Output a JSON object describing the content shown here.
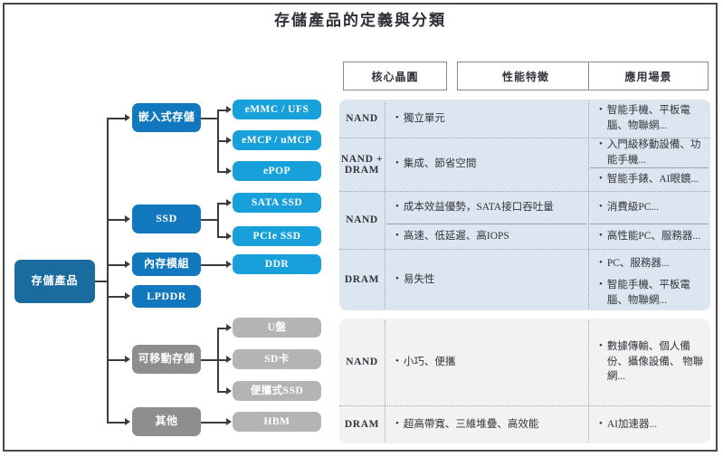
{
  "page": {
    "title": "存儲產品的定義與分類"
  },
  "colors": {
    "root_node": "#1a6c9e",
    "level2_blue": "#1278bd",
    "level3_blue": "#18a0db",
    "level2_gray": "#8e8e8e",
    "level3_gray": "#b4b4b4",
    "panel_blue": "#dbe6f0",
    "panel_gray": "#f2f2f2",
    "frame_border": "#4a4a4a",
    "connector": "#3c3c3c"
  },
  "tree": {
    "root": {
      "label": "存儲產品"
    },
    "branches": [
      {
        "label": "嵌入式存儲",
        "tone": "blue",
        "children": [
          {
            "label": "eMMC / UFS"
          },
          {
            "label": "eMCP / uMCP"
          },
          {
            "label": "ePOP"
          }
        ]
      },
      {
        "label": "SSD",
        "tone": "blue",
        "children": [
          {
            "label": "SATA SSD"
          },
          {
            "label": "PCIe SSD"
          }
        ]
      },
      {
        "label": "內存模組",
        "tone": "blue",
        "children": [
          {
            "label": "DDR"
          }
        ]
      },
      {
        "label": "LPDDR",
        "tone": "blue",
        "children": []
      },
      {
        "label": "可移動存儲",
        "tone": "gray",
        "children": [
          {
            "label": "U盤"
          },
          {
            "label": "SD卡"
          },
          {
            "label": "便攜式SSD"
          }
        ]
      },
      {
        "label": "其他",
        "tone": "gray",
        "children": [
          {
            "label": "HBM"
          }
        ]
      }
    ]
  },
  "table": {
    "headers": [
      {
        "label": "核心晶圓"
      },
      {
        "label": "性能特徵"
      },
      {
        "label": "應用場景"
      }
    ],
    "rows": [
      {
        "tone": "blue",
        "core": "NAND",
        "features": [
          "獨立單元"
        ],
        "applications": [
          "智能手機、平板電腦、物聯網..."
        ]
      },
      {
        "tone": "blue",
        "core": "NAND + DRAM",
        "features": [
          "集成、節省空間"
        ],
        "applications": [
          "入門級移動設備、功能手機...",
          "智能手錶、AI眼鏡..."
        ]
      },
      {
        "tone": "blue",
        "core": "NAND",
        "features": [
          "成本效益優勢，SATA接口吞吐量",
          "高速、低延遲、高IOPS"
        ],
        "applications": [
          "消費級PC...",
          "高性能PC、服務器..."
        ]
      },
      {
        "tone": "blue",
        "core": "DRAM",
        "features": [
          "易失性"
        ],
        "applications": [
          "PC、服務器...",
          "智能手機、平板電腦、物聯網..."
        ]
      },
      {
        "tone": "gray",
        "core": "NAND",
        "features": [
          "小巧、便攜"
        ],
        "applications": [
          "數據傳輸、個人備份、攝像設備、 物聯網..."
        ]
      },
      {
        "tone": "gray",
        "core": "DRAM",
        "features": [
          "超高帶寬、三維堆疊、高效能"
        ],
        "applications": [
          "AI加速器..."
        ]
      }
    ]
  }
}
